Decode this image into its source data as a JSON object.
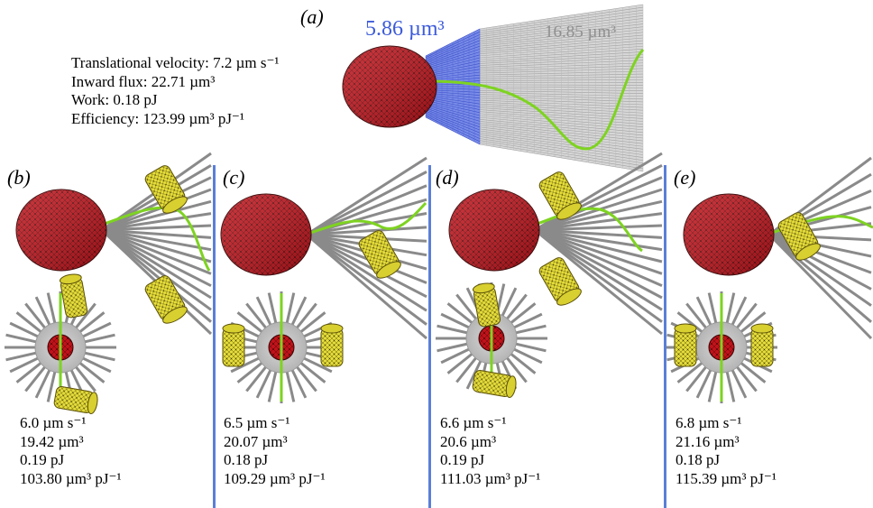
{
  "panel_a": {
    "label": "(a)",
    "stats": [
      "Translational velocity: 7.2 µm s⁻¹",
      "Inward flux: 22.71 µm³",
      "Work: 0.18 pJ",
      "Efficiency: 123.99 µm³ pJ⁻¹"
    ],
    "volume_blue": "5.86 µm³",
    "volume_grey": "16.85 µm³"
  },
  "panels": [
    {
      "label": "(b)",
      "stats": [
        "6.0 µm s⁻¹",
        "19.42 µm³",
        "0.19 pJ",
        "103.80 µm³ pJ⁻¹"
      ]
    },
    {
      "label": "(c)",
      "stats": [
        "6.5 µm s⁻¹",
        "20.07 µm³",
        "0.18 pJ",
        "109.29 µm³ pJ⁻¹"
      ]
    },
    {
      "label": "(d)",
      "stats": [
        "6.6 µm s⁻¹",
        "20.6 µm³",
        "0.19 pJ",
        "111.03 µm³ pJ⁻¹"
      ]
    },
    {
      "label": "(e)",
      "stats": [
        "6.8 µm s⁻¹",
        "21.16 µm³",
        "0.18 pJ",
        "115.39 µm³ pJ⁻¹"
      ]
    }
  ],
  "colors": {
    "cell_body": "#c1121a",
    "flagellum": "#7ed321",
    "cilia": "#8a8a8a",
    "swept_blue": "#4a5fd6",
    "swept_grey": "#9a9a9a",
    "cylinder": "#e4dc3a",
    "divider": "#5b7fd8",
    "volume_blue_text": "#3d5bd9",
    "volume_grey_text": "#8f8f8f"
  }
}
